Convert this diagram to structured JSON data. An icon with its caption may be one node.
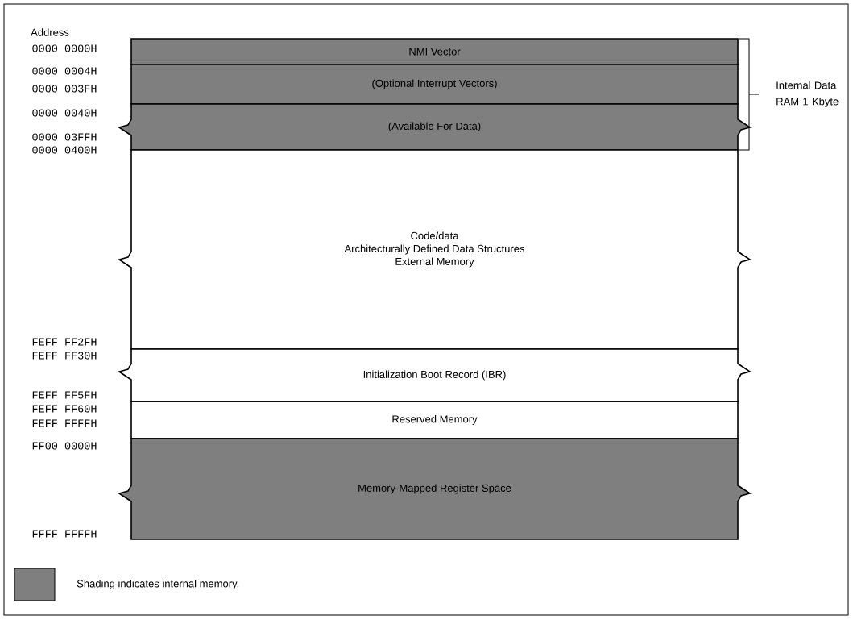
{
  "diagram": {
    "nodes": [
      {
        "text": [
          "NMI Vector"
        ]
      },
      {
        "text": [
          "(Optional Interrupt Vectors)"
        ]
      },
      {
        "text": [
          "(Available For Data)"
        ]
      },
      {
        "text": [
          "Code/data",
          "Architecturally Defined Data Structures",
          "External Memory"
        ]
      },
      {
        "text": [
          "Initialization Boot Record (IBR)"
        ]
      },
      {
        "text": [
          "Reserved Memory"
        ]
      },
      {
        "text": [
          "Memory-Mapped Register Space"
        ]
      }
    ],
    "labels": [
      "Address",
      "0000 0000H",
      "0000 0004H",
      "0000 003FH",
      "0000 0040H",
      "0000 03FFH",
      "0000 0400H",
      "FEFF FF2FH",
      "FEFF FF30H",
      "FEFF FF5FH",
      "FEFF FF60H",
      "FEFF FFFFH",
      "FF00 0000H",
      "FFFF FFFFH",
      "Internal Data RAM 1 Kbyte"
    ],
    "legend": [
      {
        "text": "Shading indicates internal memory.",
        "color": "#7f7f7f"
      }
    ]
  }
}
